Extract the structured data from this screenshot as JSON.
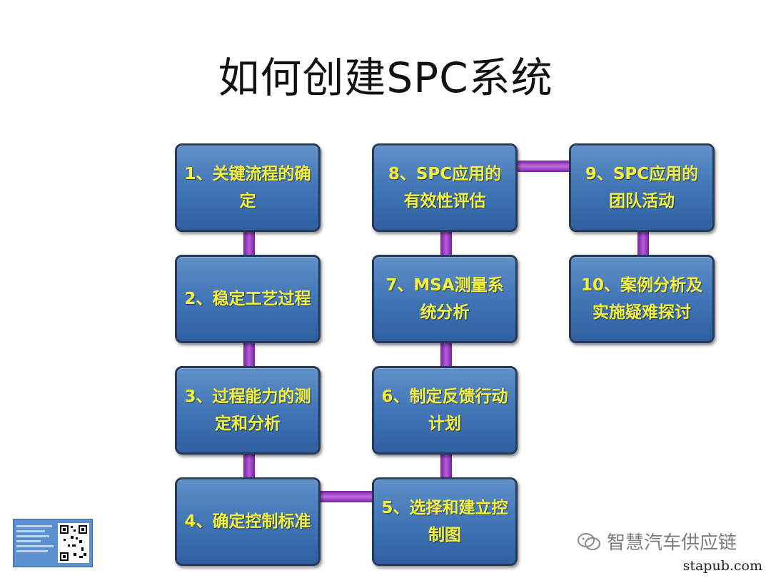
{
  "title": "如何创建SPC系统",
  "steps": [
    {
      "text": "1、关键流程的确定"
    },
    {
      "text": "2、稳定工艺过程"
    },
    {
      "text": "3、过程能力的测定和分析"
    },
    {
      "text": "4、确定控制标准"
    },
    {
      "text": "5、选择和建立控制图"
    },
    {
      "text": "6、制定反馈行动计划"
    },
    {
      "text": "7、MSA测量系统分析"
    },
    {
      "text": "8、SPC应用的有效性评估"
    },
    {
      "text": "9、SPC应用的团队活动"
    },
    {
      "text": "10、案例分析及实施疑难探讨"
    }
  ],
  "watermark": "智慧汽车供应链",
  "site": "stapub.com",
  "colors": {
    "box": "#4a7fc0",
    "text": "#f6f13a",
    "connector": "#9b3fc6"
  }
}
